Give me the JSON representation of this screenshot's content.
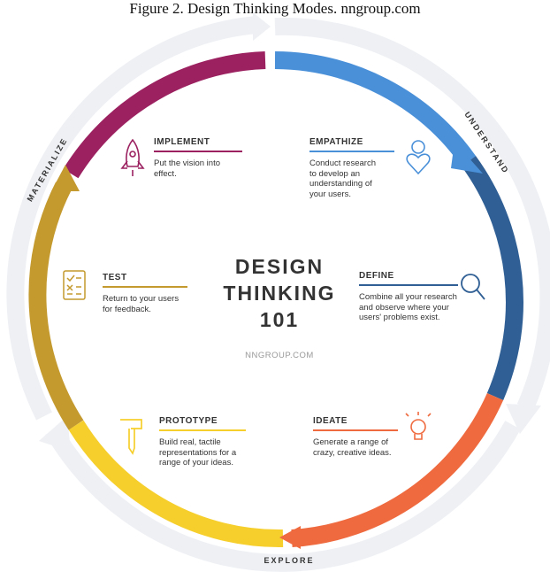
{
  "caption": "Figure 2. Design Thinking Modes. nngroup.com",
  "center": {
    "line1": "DESIGN",
    "line2": "THINKING",
    "line3": "101",
    "source": "NNGROUP.COM"
  },
  "modes": {
    "understand": "UNDERSTAND",
    "explore": "EXPLORE",
    "materialize": "MATERIALIZE"
  },
  "steps": {
    "empathize": {
      "title": "EMPATHIZE",
      "desc1": "Conduct research",
      "desc2": "to develop an",
      "desc3": "understanding of",
      "desc4": "your users.",
      "color": "#4a90d9",
      "icon": "heart-person-icon"
    },
    "define": {
      "title": "DEFINE",
      "desc1": "Combine all your research",
      "desc2": "and observe where your",
      "desc3": "users' problems exist.",
      "color": "#2f5f94",
      "icon": "magnifier-icon"
    },
    "ideate": {
      "title": "IDEATE",
      "desc1": "Generate a range of",
      "desc2": "crazy, creative ideas.",
      "color": "#ef6b3f",
      "icon": "lightbulb-icon"
    },
    "prototype": {
      "title": "PROTOTYPE",
      "desc1": "Build real, tactile",
      "desc2": "representations for a",
      "desc3": "range of your ideas.",
      "color": "#f6cf2c",
      "icon": "hammer-icon"
    },
    "test": {
      "title": "TEST",
      "desc1": "Return to your users",
      "desc2": "for feedback.",
      "color": "#c49a2f",
      "icon": "checklist-icon"
    },
    "implement": {
      "title": "IMPLEMENT",
      "desc1": "Put the vision into effect.",
      "color": "#9b2160",
      "icon": "rocket-icon"
    }
  }
}
